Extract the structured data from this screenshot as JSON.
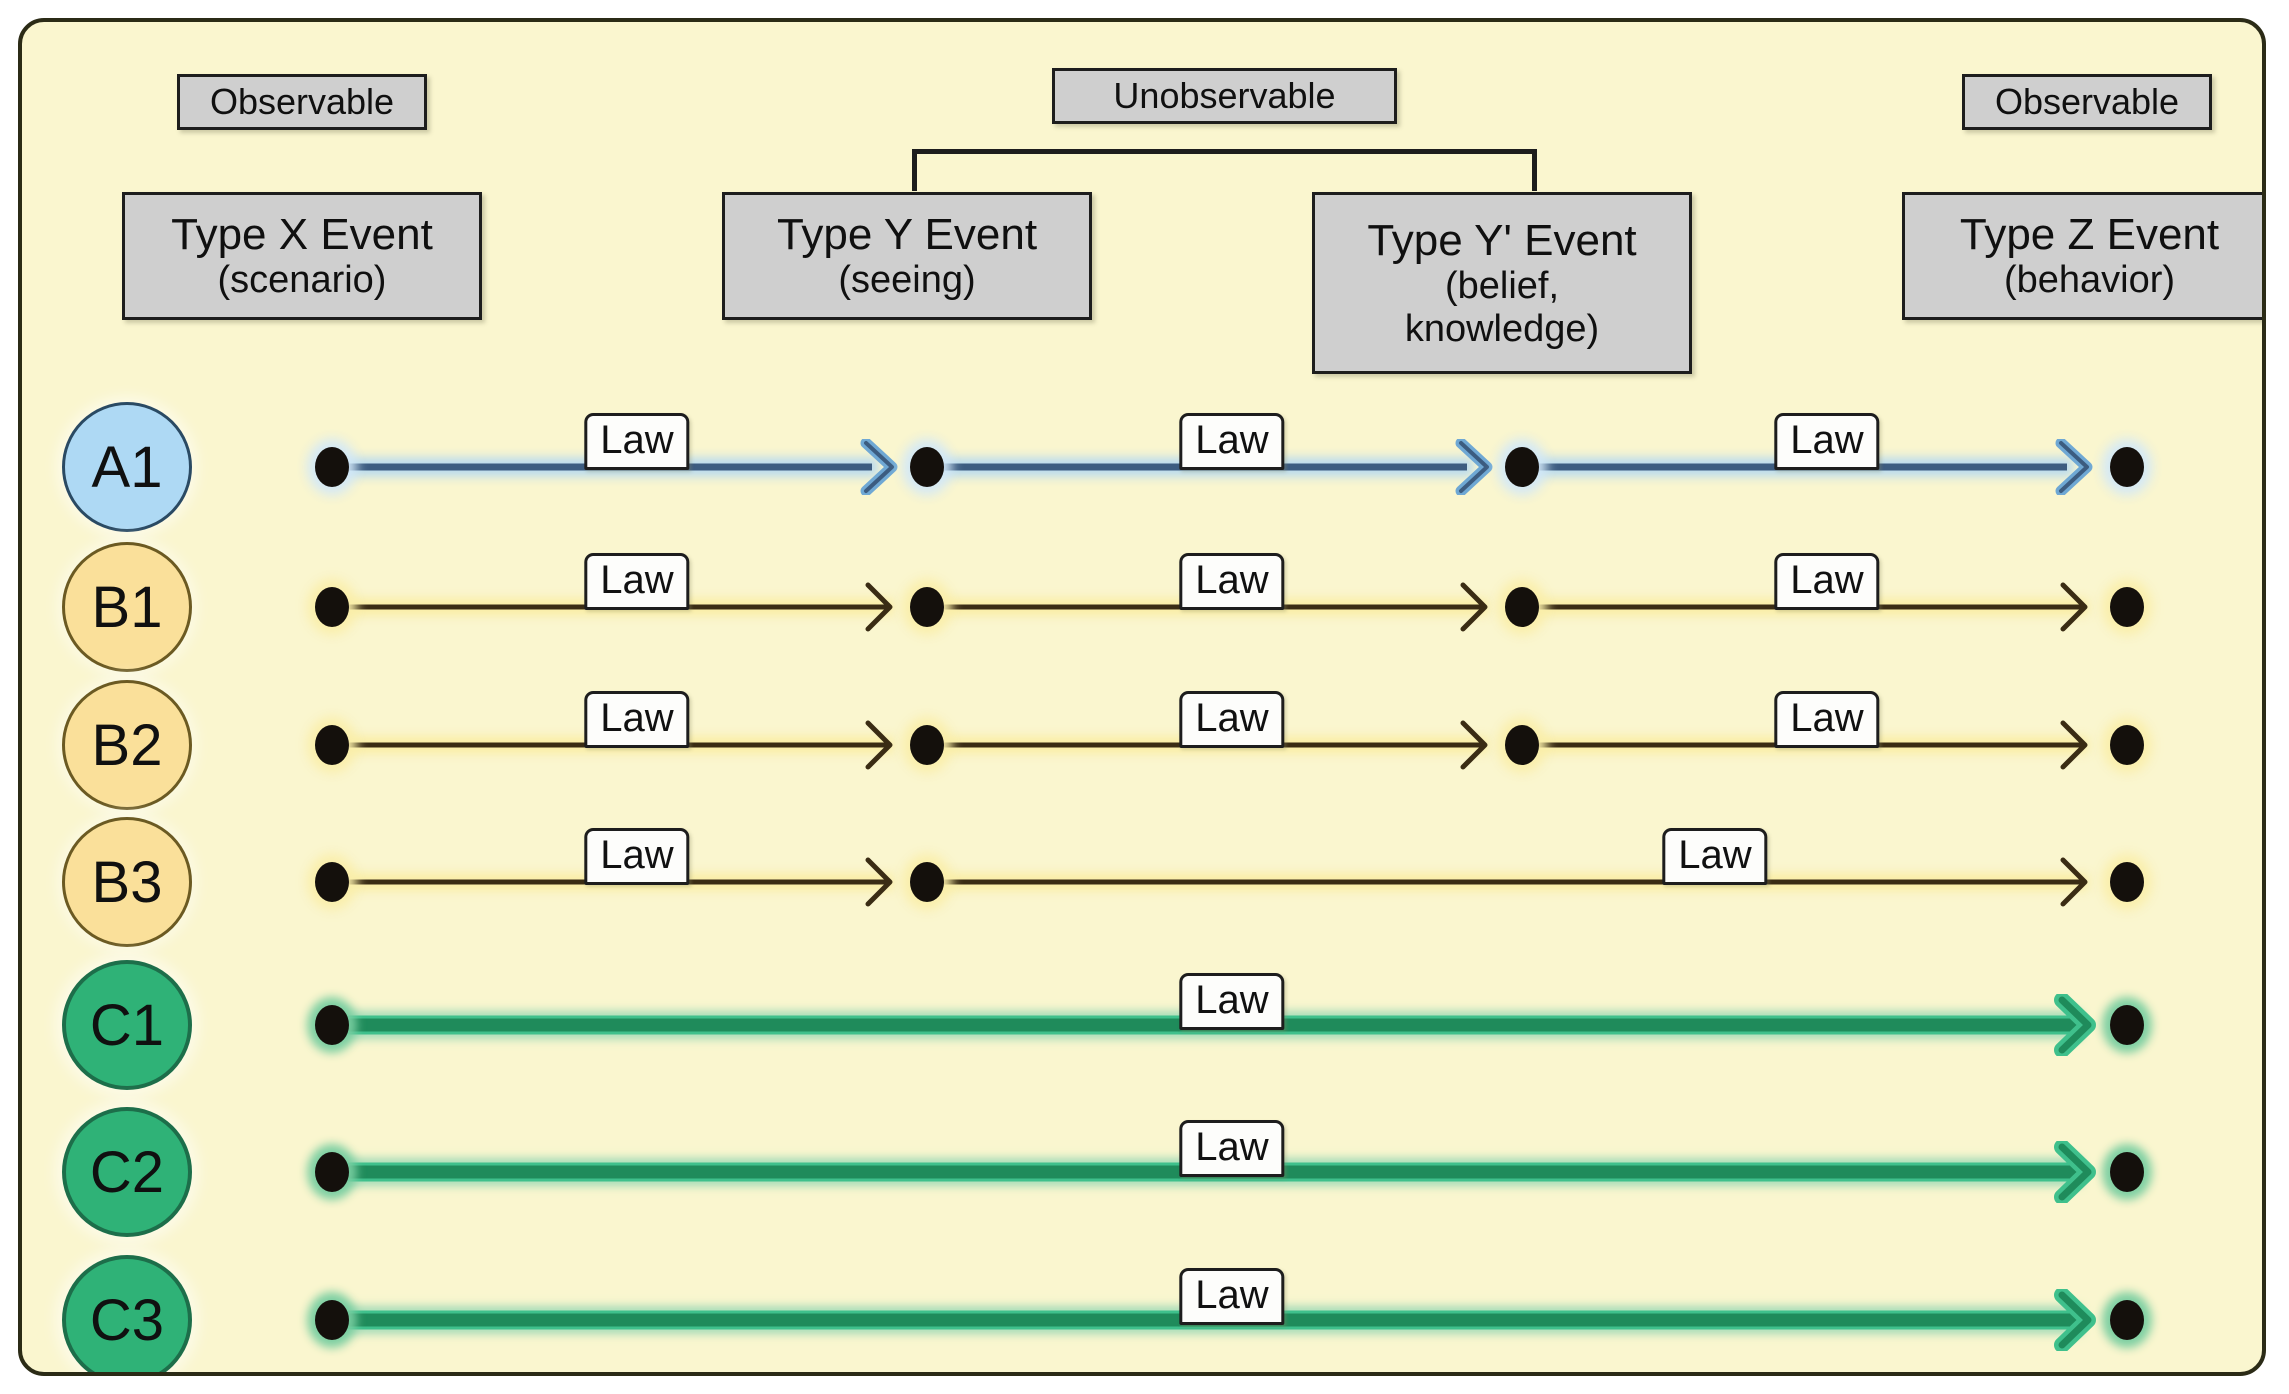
{
  "diagram": {
    "title_present": false,
    "background_color": "#faf6cf",
    "border_color": "#2b2b16"
  },
  "headers": [
    {
      "id": "observable-left",
      "label": "Observable"
    },
    {
      "id": "unobservable",
      "label": "Unobservable"
    },
    {
      "id": "observable-right",
      "label": "Observable"
    }
  ],
  "event_columns": [
    {
      "id": "type-x",
      "title": "Type X Event",
      "subtitle": "(scenario)"
    },
    {
      "id": "type-y",
      "title": "Type Y Event",
      "subtitle": "(seeing)"
    },
    {
      "id": "type-y-prime",
      "title": "Type Y' Event",
      "subtitle": "(belief,",
      "subtitle2": "knowledge)"
    },
    {
      "id": "type-z",
      "title": "Type Z Event",
      "subtitle": "(behavior)"
    }
  ],
  "rows": [
    {
      "id": "A1",
      "label": "A1",
      "color_class": "blue",
      "fill": "#aed9f4",
      "nodes": [
        1,
        1,
        1,
        1
      ],
      "laws": [
        "Law",
        "Law",
        "Law"
      ]
    },
    {
      "id": "B1",
      "label": "B1",
      "color_class": "yellow",
      "fill": "#fae09a",
      "nodes": [
        1,
        1,
        1,
        1
      ],
      "laws": [
        "Law",
        "Law",
        "Law"
      ]
    },
    {
      "id": "B2",
      "label": "B2",
      "color_class": "yellow",
      "fill": "#fae09a",
      "nodes": [
        1,
        1,
        1,
        1
      ],
      "laws": [
        "Law",
        "Law",
        "Law"
      ]
    },
    {
      "id": "B3",
      "label": "B3",
      "color_class": "yellow",
      "fill": "#fae09a",
      "nodes": [
        1,
        1,
        0,
        1
      ],
      "laws": [
        "Law",
        "Law"
      ]
    },
    {
      "id": "C1",
      "label": "C1",
      "color_class": "green",
      "fill": "#2fb277",
      "nodes": [
        1,
        0,
        0,
        1
      ],
      "laws": [
        "Law"
      ]
    },
    {
      "id": "C2",
      "label": "C2",
      "color_class": "green",
      "fill": "#2fb277",
      "nodes": [
        1,
        0,
        0,
        1
      ],
      "laws": [
        "Law"
      ]
    },
    {
      "id": "C3",
      "label": "C3",
      "color_class": "green",
      "fill": "#2fb277",
      "nodes": [
        1,
        0,
        0,
        1
      ],
      "laws": [
        "Law"
      ]
    }
  ],
  "law_label": "Law"
}
